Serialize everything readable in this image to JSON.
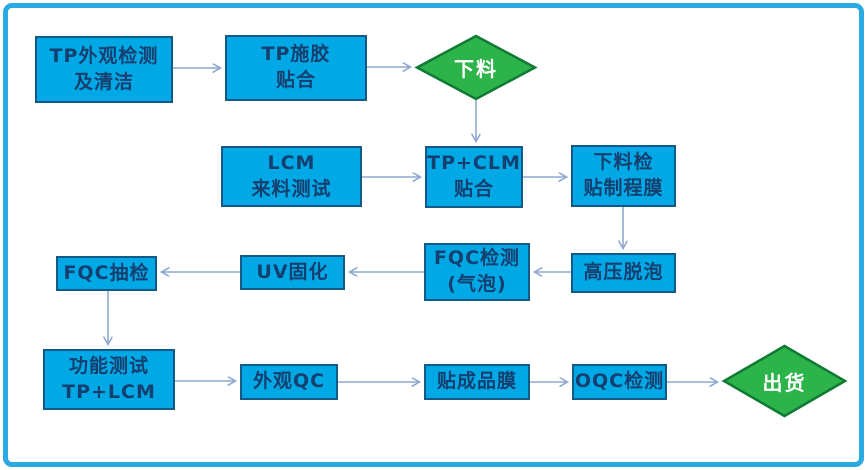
{
  "title": "TP+LCM lamination process flowchart",
  "colors": {
    "frame_border": "#2BAAE2",
    "box_fill": "#00A9E6",
    "box_border": "#155987",
    "box_text": "#153F6F",
    "diamond_fill": "#2CB34A",
    "diamond_border": "#0E7A33",
    "diamond_text": "#FFFFFF",
    "arrow": "#8FA8D0",
    "background": "#FFFFFF"
  },
  "nodes": {
    "tp_inspection": {
      "label": "TP外观检测\n及清洁",
      "shape": "process"
    },
    "tp_gluing": {
      "label": "TP施胶\n贴合",
      "shape": "process"
    },
    "blanking": {
      "label": "下料",
      "shape": "decision"
    },
    "lcm_incoming_test": {
      "label": "LCM\n来料测试",
      "shape": "process"
    },
    "tp_clm_lamination": {
      "label": "TP+CLM\n贴合",
      "shape": "process"
    },
    "blanking_inspection_film": {
      "label": "下料检\n贴制程膜",
      "shape": "process"
    },
    "fqc_sampling": {
      "label": "FQC抽检",
      "shape": "process"
    },
    "uv_curing": {
      "label": "UV固化",
      "shape": "process"
    },
    "fqc_bubble_test": {
      "label": "FQC检测\n(气泡)",
      "shape": "process"
    },
    "high_pressure_defoaming": {
      "label": "高压脱泡",
      "shape": "process"
    },
    "function_test": {
      "label": "功能测试\nTP+LCM",
      "shape": "process"
    },
    "appearance_qc": {
      "label": "外观QC",
      "shape": "process"
    },
    "finished_product_film": {
      "label": "贴成品膜",
      "shape": "process"
    },
    "oqc_test": {
      "label": "OQC检测",
      "shape": "process"
    },
    "shipping": {
      "label": "出货",
      "shape": "decision"
    }
  },
  "connections": [
    {
      "from": "tp_inspection",
      "to": "tp_gluing"
    },
    {
      "from": "tp_gluing",
      "to": "blanking"
    },
    {
      "from": "blanking",
      "to": "tp_clm_lamination"
    },
    {
      "from": "lcm_incoming_test",
      "to": "tp_clm_lamination"
    },
    {
      "from": "tp_clm_lamination",
      "to": "blanking_inspection_film"
    },
    {
      "from": "blanking_inspection_film",
      "to": "high_pressure_defoaming"
    },
    {
      "from": "high_pressure_defoaming",
      "to": "fqc_bubble_test"
    },
    {
      "from": "fqc_bubble_test",
      "to": "uv_curing"
    },
    {
      "from": "uv_curing",
      "to": "fqc_sampling"
    },
    {
      "from": "fqc_sampling",
      "to": "function_test"
    },
    {
      "from": "function_test",
      "to": "appearance_qc"
    },
    {
      "from": "appearance_qc",
      "to": "finished_product_film"
    },
    {
      "from": "finished_product_film",
      "to": "oqc_test"
    },
    {
      "from": "oqc_test",
      "to": "shipping"
    }
  ]
}
